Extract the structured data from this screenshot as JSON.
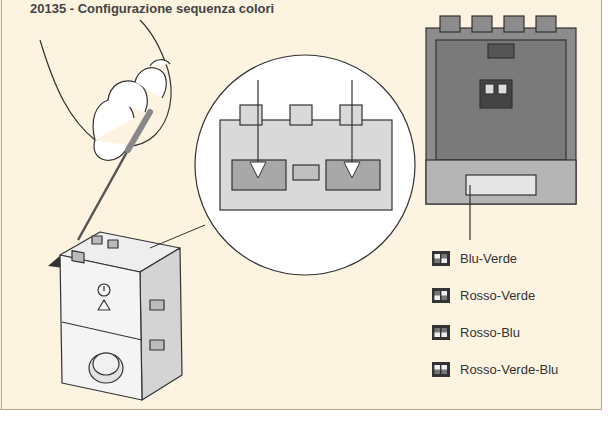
{
  "diagram": {
    "title": "20135 - Configurazione sequenza colori",
    "legend": [
      {
        "text": "Blu-Verde"
      },
      {
        "text": "Rosso-Verde"
      },
      {
        "text": "Rosso-Blu"
      },
      {
        "text": "Rosso-Verde-Blu"
      }
    ]
  }
}
